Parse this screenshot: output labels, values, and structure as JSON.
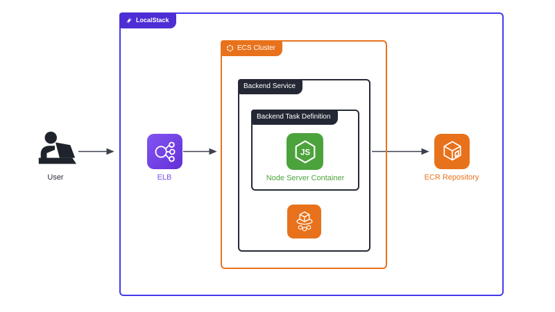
{
  "containers": {
    "localstack": "LocalStack",
    "ecs_cluster": "ECS Cluster",
    "backend_service": "Backend Service",
    "task_definition": "Backend Task Definition"
  },
  "nodes": {
    "user": "User",
    "elb": "ELB",
    "node_server": "Node Server Container",
    "ecr": "ECR Repository"
  },
  "icons": {
    "localstack_logo": "localstack-logo-icon",
    "ecs_cluster_ring": "ecs-cluster-ring-icon",
    "user": "person-at-laptop-icon",
    "elb": "load-balancer-icon",
    "node": "nodejs-hexagon-icon",
    "ecs_service": "ecs-containers-icon",
    "ecr": "ecr-cube-icon"
  },
  "colors": {
    "localstack_border": "#4337ee",
    "localstack_badge": "#4d2dd4",
    "aws_orange": "#e8721b",
    "dark": "#232834",
    "node_green": "#4ca33c",
    "elb_grad_from": "#8355f2",
    "elb_grad_to": "#6330d6",
    "elb_label": "#7c4ded",
    "arrow": "#3c414d",
    "user_label": "#272b33"
  }
}
